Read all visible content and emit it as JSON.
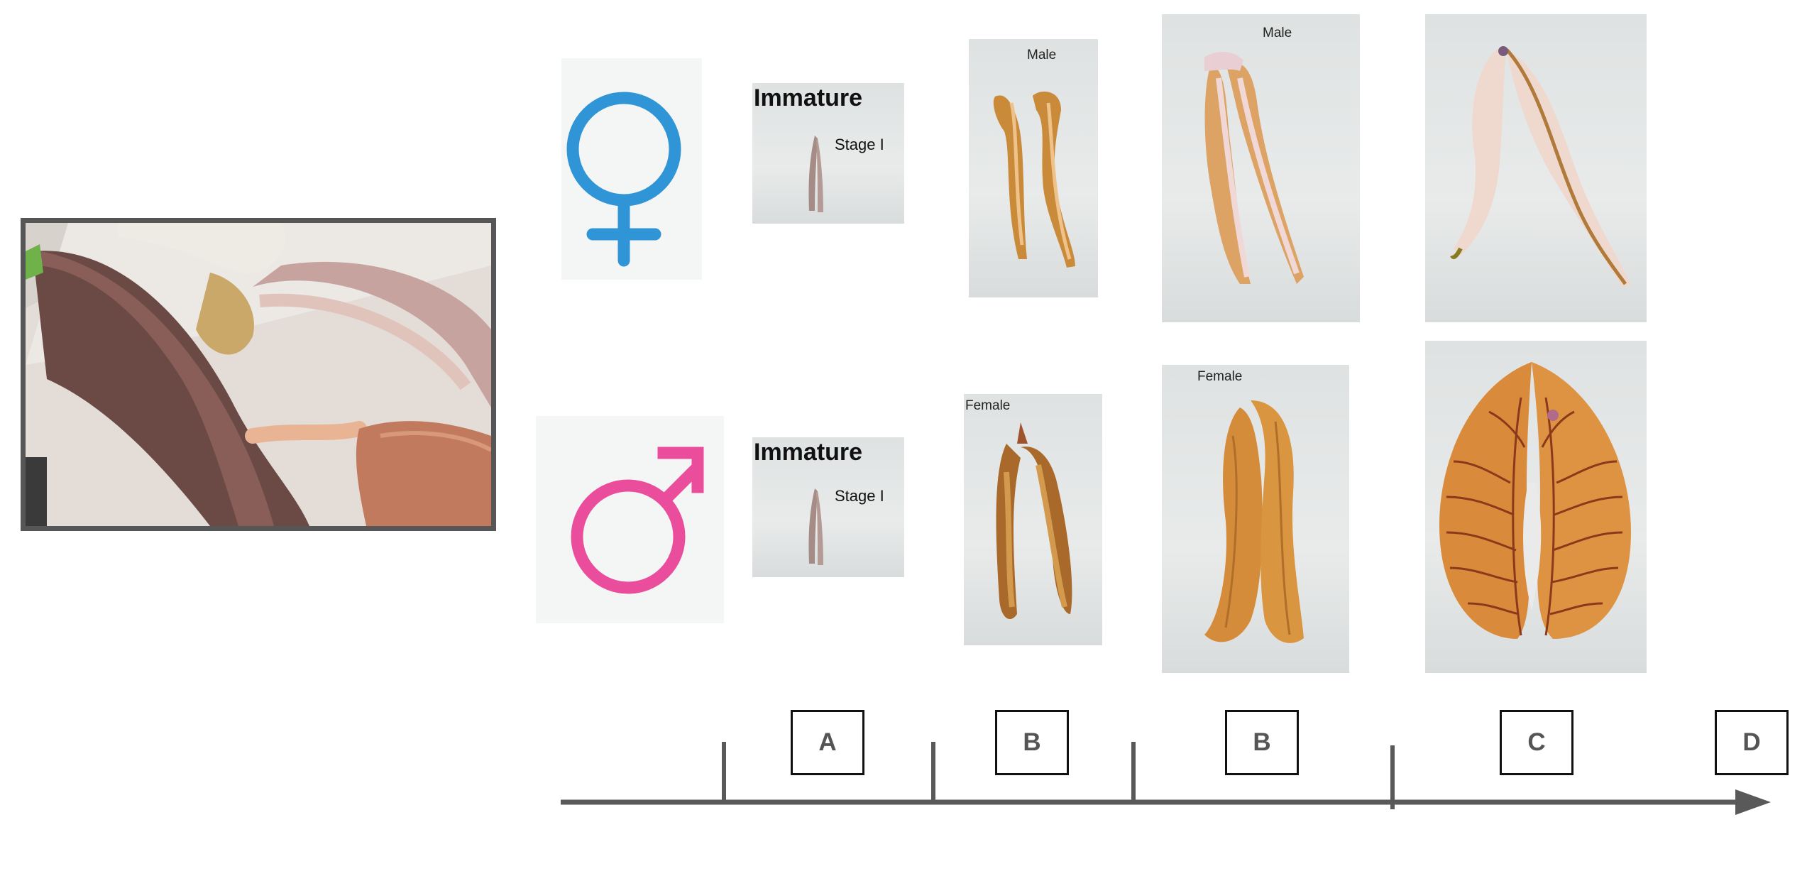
{
  "figure": {
    "rows": [
      {
        "symbol_icon": "female-symbol-icon",
        "symbol_color": "#2f95d6",
        "panels": [
          {
            "title": "Immature",
            "stage": "Stage I"
          },
          {
            "label": "Male"
          },
          {
            "label": "Male"
          },
          {
            "label": ""
          }
        ]
      },
      {
        "symbol_icon": "male-symbol-icon",
        "symbol_color": "#ea4d9b",
        "panels": [
          {
            "title": "Immature",
            "stage": "Stage I"
          },
          {
            "label": "Female"
          },
          {
            "label": "Female"
          },
          {
            "label": ""
          }
        ]
      }
    ],
    "timeline": {
      "arrow_color": "#595959",
      "stages": [
        "A",
        "B",
        "B",
        "C",
        "D"
      ]
    },
    "photo": {
      "subject": "dissected-fish-photo"
    }
  }
}
